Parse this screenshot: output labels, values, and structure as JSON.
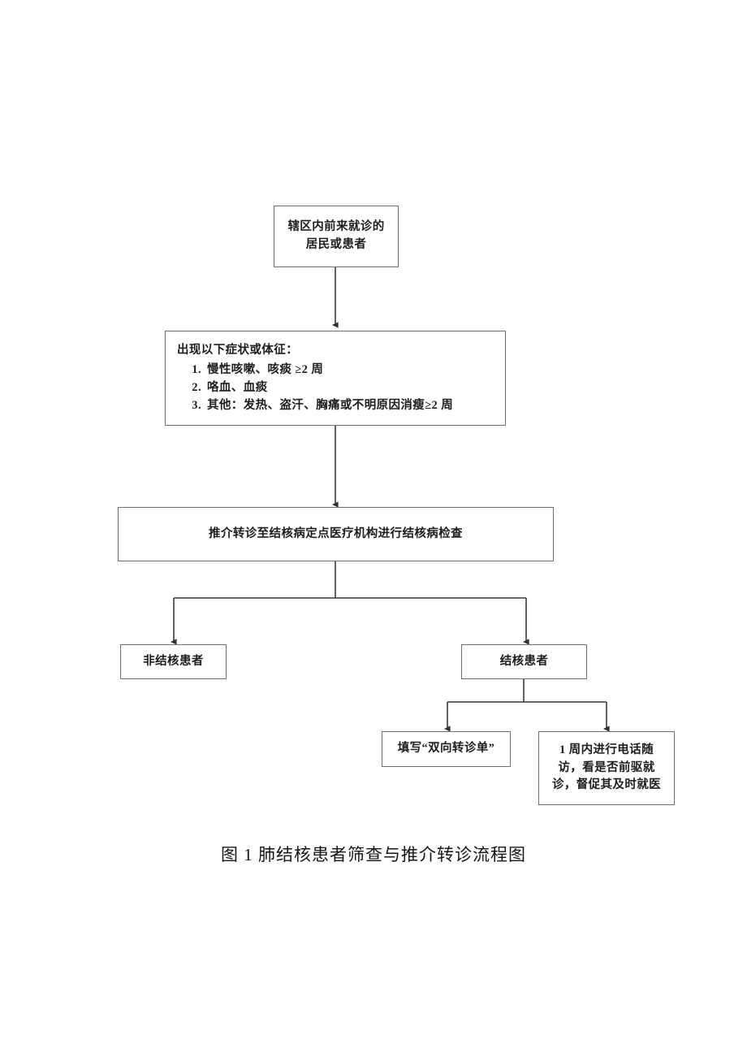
{
  "figure": {
    "caption": "图 1 肺结核患者筛查与推介转诊流程图",
    "type": "flowchart",
    "colors": {
      "background": "#ffffff",
      "box_border": "#6f6f6f",
      "connector": "#3a3a3a",
      "text": "#1d1d1d"
    }
  },
  "nodes": {
    "entry": {
      "line1": "辖区内前来就诊的",
      "line2": "居民或患者"
    },
    "symptoms": {
      "heading": "出现以下症状或体征：",
      "items": [
        "慢性咳嗽、咳痰 ≥2 周",
        "咯血、血痰",
        "其他：发热、盗汗、胸痛或不明原因消瘦≥2 周"
      ]
    },
    "referral": {
      "text": "推介转诊至结核病定点医疗机构进行结核病检查"
    },
    "non_tb": {
      "text": "非结核患者"
    },
    "tb": {
      "text": "结核患者"
    },
    "form": {
      "text": "填写“双向转诊单”"
    },
    "followup": {
      "line1": "1 周内进行电话随",
      "line2": "访，看是否前驱就",
      "line3": "诊，督促其及时就医"
    }
  }
}
